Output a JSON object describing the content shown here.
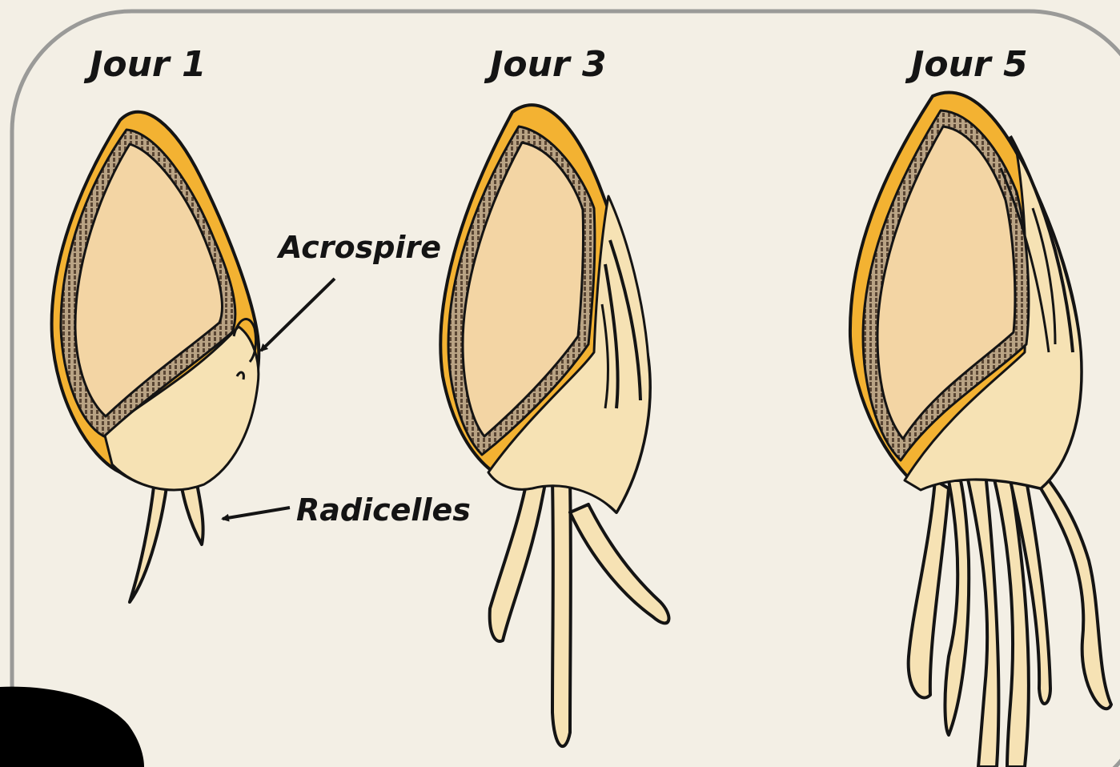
{
  "days": [
    {
      "title": "Jour 1"
    },
    {
      "title": "Jour 3"
    },
    {
      "title": "Jour 5"
    }
  ],
  "annotations": {
    "acrospire": "Acrospire",
    "radicelles": "Radicelles"
  },
  "colors": {
    "background": "#f3efe5",
    "frame": "#9a9a98",
    "outline": "#141414",
    "husk": "#f3b232",
    "endosperm": "#f3d5a4",
    "embryo": "#f6e2b4",
    "corner_blob": "#000000"
  }
}
